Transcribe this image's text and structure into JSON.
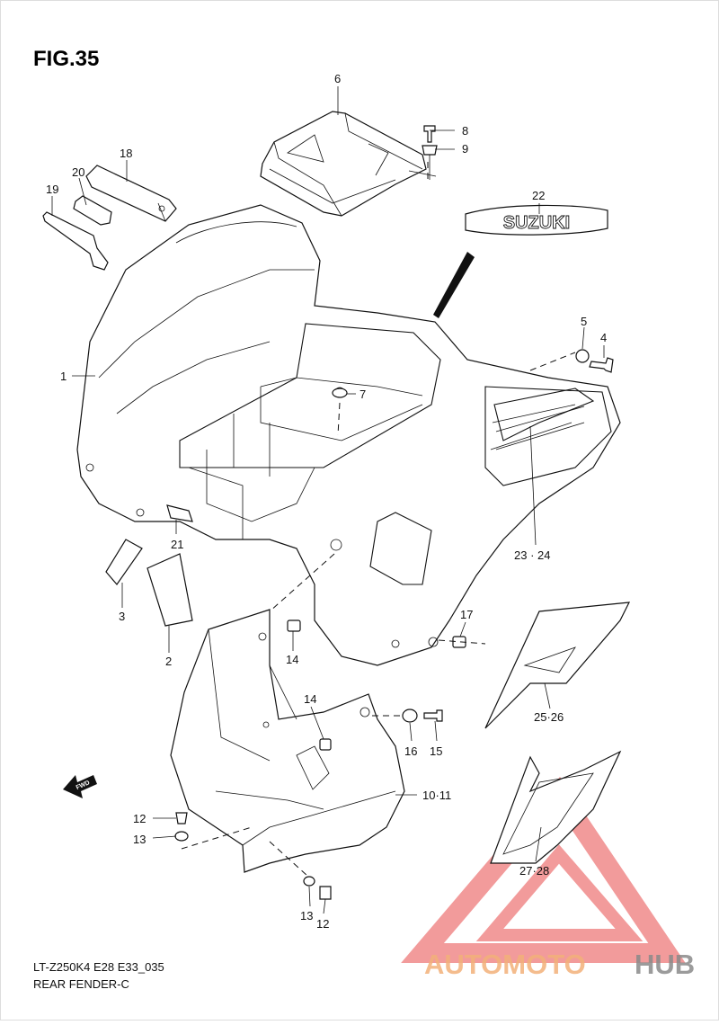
{
  "figure": {
    "title": "FIG.35",
    "model_code": "LT-Z250K4 E28 E33_035",
    "section_name": "REAR FENDER-C",
    "decal_text": "SUZUKI",
    "direction_label": "FWD"
  },
  "callouts": {
    "p1": "1",
    "p2": "2",
    "p3": "3",
    "p4": "4",
    "p5": "5",
    "p6": "6",
    "p7": "7",
    "p8": "8",
    "p9": "9",
    "p10_11": "10·11",
    "p12a": "12",
    "p13a": "13",
    "p12b": "12",
    "p13b": "13",
    "p14a": "14",
    "p14b": "14",
    "p15": "15",
    "p16": "16",
    "p17": "17",
    "p18": "18",
    "p19": "19",
    "p20": "20",
    "p21": "21",
    "p22": "22",
    "p23_24": "23 · 24",
    "p25_26": "25·26",
    "p27_28": "27·28"
  },
  "watermark": {
    "part1": "AUTOMOTO",
    "part2": "HUB",
    "color_primary": "#f08a8a",
    "color_secondary": "#f3b17a",
    "color_dark": "#8a8a8a"
  }
}
